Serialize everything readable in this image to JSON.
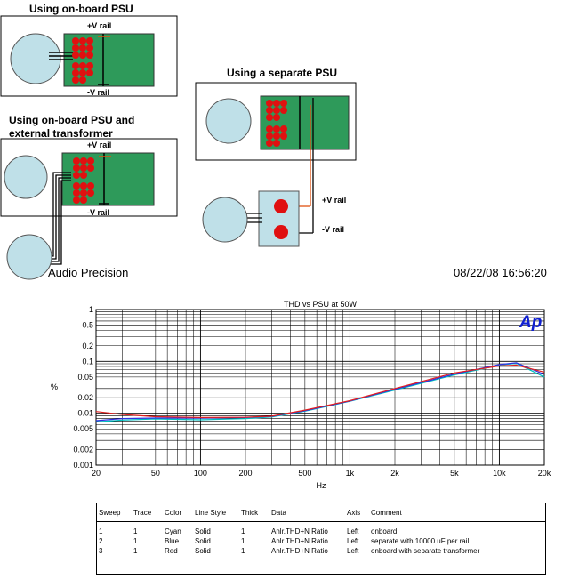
{
  "diagram": {
    "board1_title": "Using on-board PSU",
    "board2_title": "Using on-board PSU and external transformer",
    "board2_title_line1": "Using on-board PSU and",
    "board2_title_line2": "external transformer",
    "board3_title": "Using a separate PSU",
    "vplus": "+V rail",
    "vminus": "-V rail"
  },
  "header": {
    "left": "Audio Precision",
    "right": "08/22/08 16:56:20"
  },
  "logo": "Ap",
  "chart_data": {
    "type": "line",
    "title": "THD vs PSU at 50W",
    "xlabel": "Hz",
    "ylabel": "%",
    "x_scale": "log",
    "y_scale": "log",
    "xlim": [
      20,
      20000
    ],
    "ylim": [
      0.001,
      1
    ],
    "x_ticks": [
      "20",
      "50",
      "100",
      "200",
      "500",
      "1k",
      "2k",
      "5k",
      "10k",
      "20k"
    ],
    "x_tick_values": [
      20,
      50,
      100,
      200,
      500,
      1000,
      2000,
      5000,
      10000,
      20000
    ],
    "y_ticks": [
      "1",
      "0.5",
      "0.2",
      "0.1",
      "0.05",
      "0.02",
      "0.01",
      "0.005",
      "0.002",
      "0.001"
    ],
    "y_tick_values": [
      1,
      0.5,
      0.2,
      0.1,
      0.05,
      0.02,
      0.01,
      0.005,
      0.002,
      0.001
    ],
    "grid": true,
    "x": [
      20,
      30,
      50,
      100,
      200,
      300,
      500,
      1000,
      2000,
      5000,
      10000,
      13000,
      20000
    ],
    "series": [
      {
        "name": "onboard",
        "color": "#00c0c0",
        "values": [
          0.0068,
          0.0074,
          0.0078,
          0.0075,
          0.0079,
          0.0085,
          0.011,
          0.017,
          0.028,
          0.055,
          0.085,
          0.092,
          0.05
        ]
      },
      {
        "name": "separate with 10000 uF per rail",
        "color": "#3030e0",
        "values": [
          0.0072,
          0.0079,
          0.0081,
          0.0081,
          0.0083,
          0.0087,
          0.0112,
          0.0172,
          0.029,
          0.057,
          0.087,
          0.094,
          0.056
        ]
      },
      {
        "name": "onboard with separate transformer",
        "color": "#e02020",
        "values": [
          0.0108,
          0.0095,
          0.0086,
          0.0083,
          0.0084,
          0.0088,
          0.0115,
          0.0175,
          0.03,
          0.06,
          0.082,
          0.085,
          0.062
        ]
      }
    ]
  },
  "legend_table": {
    "headers": [
      "Sweep",
      "Trace",
      "Color",
      "Line Style",
      "Thick",
      "Data",
      "Axis",
      "Comment"
    ],
    "rows": [
      [
        "1",
        "1",
        "Cyan",
        "Solid",
        "1",
        "Anlr.THD+N Ratio",
        "Left",
        "onboard"
      ],
      [
        "2",
        "1",
        "Blue",
        "Solid",
        "1",
        "Anlr.THD+N Ratio",
        "Left",
        "separate with 10000 uF per rail"
      ],
      [
        "3",
        "1",
        "Red",
        "Solid",
        "1",
        "Anlr.THD+N Ratio",
        "Left",
        "onboard with separate transformer"
      ]
    ]
  }
}
